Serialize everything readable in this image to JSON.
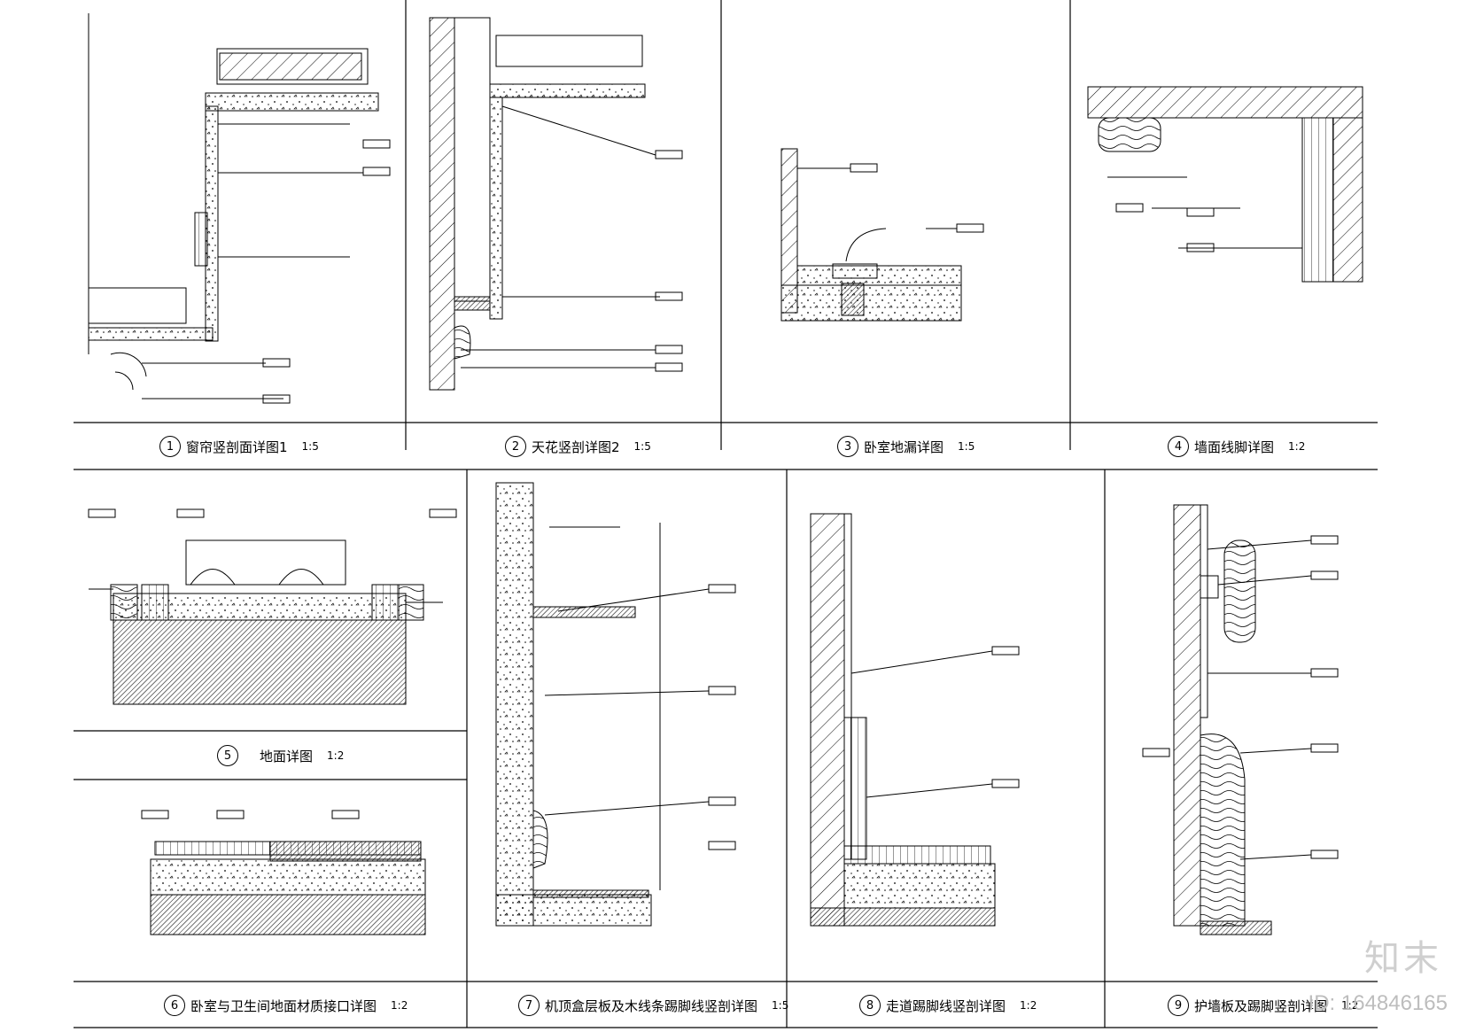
{
  "captions": [
    {
      "num": "1",
      "title": "窗帘竖剖面详图1",
      "scale": "1:5"
    },
    {
      "num": "2",
      "title": "天花竖剖详图2",
      "scale": "1:5"
    },
    {
      "num": "3",
      "title": "卧室地漏详图",
      "scale": "1:5"
    },
    {
      "num": "4",
      "title": "墙面线脚详图",
      "scale": "1:2"
    },
    {
      "num": "5",
      "title": "地面详图",
      "scale": "1:2"
    },
    {
      "num": "6",
      "title": "卧室与卫生间地面材质接口详图",
      "scale": "1:2"
    },
    {
      "num": "7",
      "title": "机顶盒层板及木线条踢脚线竖剖详图",
      "scale": "1:5"
    },
    {
      "num": "8",
      "title": "走道踢脚线竖剖详图",
      "scale": "1:2"
    },
    {
      "num": "9",
      "title": "护墙板及踢脚竖剖详图",
      "scale": "1:2"
    }
  ],
  "watermark": {
    "logo": "知末",
    "id": "ID: 164846165"
  }
}
